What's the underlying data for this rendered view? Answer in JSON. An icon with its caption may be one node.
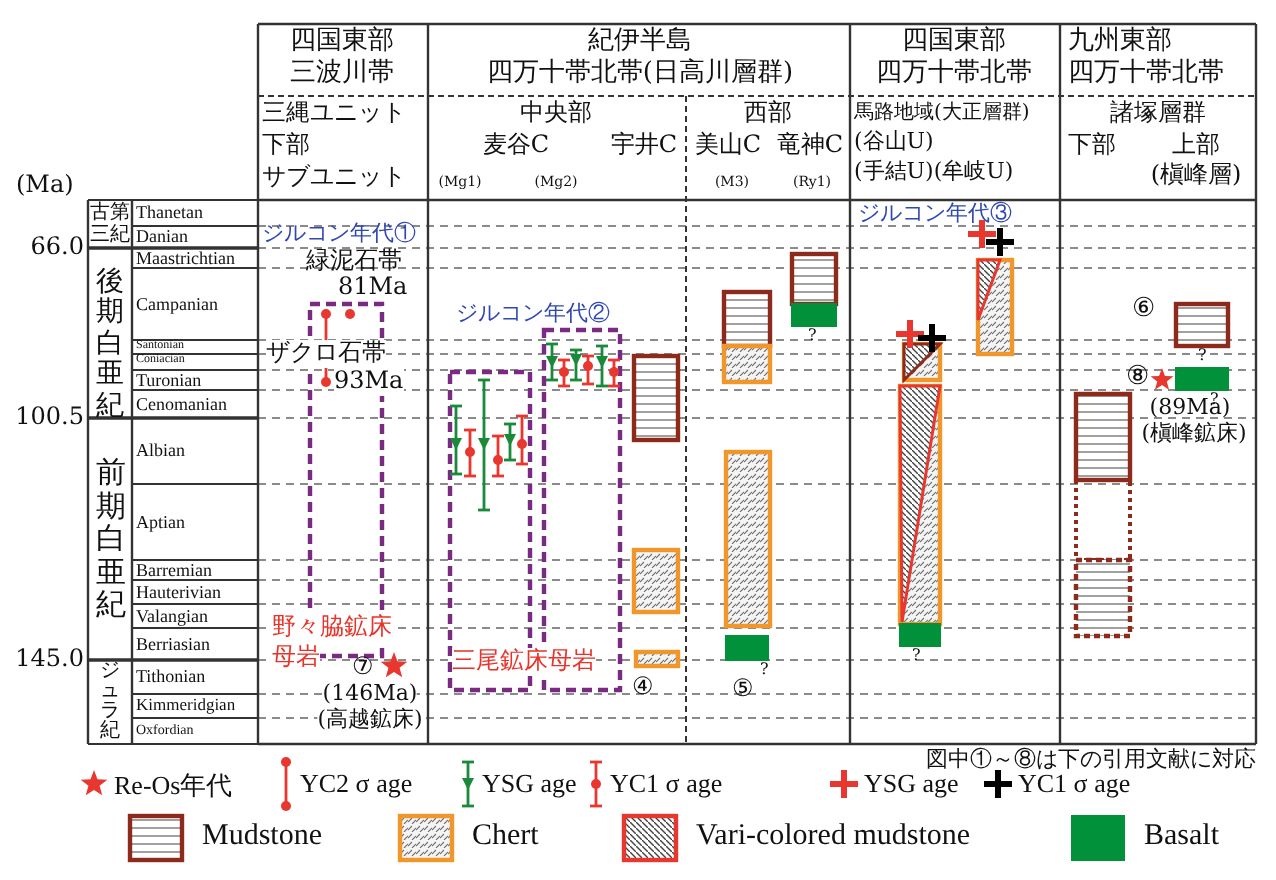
{
  "diagram": {
    "labels": [
      "四国東部",
      "三波川帯",
      "紀伊半島",
      "四万十帯北帯(日高川層群)",
      "四国東部",
      "四万十帯北帯",
      "九州東部",
      "四万十帯北帯",
      "三縄ユニット",
      "下部",
      "サブユニット",
      "中央部",
      "西部",
      "馬路地域(大正層群)",
      "(谷山U)",
      "(手結U)(牟岐U)",
      "諸塚層群",
      "麦谷C",
      "宇井C",
      "美山C",
      "竜神C",
      "下部",
      "上部",
      "(槇峰層)",
      "(Mg1)",
      "(Mg2)",
      "(M3)",
      "(Ry1)",
      "(Ma)",
      "古第三紀",
      "Thanetan",
      "Danian",
      "Maastrichtian",
      "Campanian",
      "Santonian",
      "Coniacian",
      "Turonian",
      "Cenomanian",
      "Albian",
      "Aptian",
      "Barremian",
      "Hauterivian",
      "Valangian",
      "Berriasian",
      "Tithonian",
      "Kimmeridgian",
      "Oxfordian",
      "後期白亜紀",
      "前期白亜紀",
      "ジュラ紀",
      "66.0",
      "100.5",
      "145.0",
      "ジルコン年代①",
      "緑泥石帯",
      "81Ma",
      "ザクロ石帯",
      "93Ma",
      "ジルコン年代②",
      "ジルコン年代③",
      "⑥",
      "⑧",
      "(89Ma)",
      "(槇峰鉱床)",
      "野々脇鉱床",
      "母岩",
      "⑦",
      "(146Ma)",
      "(高越鉱床)",
      "三尾鉱床母岩",
      "④",
      "⑤",
      "?",
      "?",
      "?",
      "?",
      "?",
      "図中①～⑧は下の引用文献に対応"
    ],
    "legend": [
      {
        "text": "Re-Os年代"
      },
      {
        "text": "YC2 σ age"
      },
      {
        "text": "YSG age"
      },
      {
        "text": "YC1 σ age"
      },
      {
        "text": "YSG age"
      },
      {
        "text": "YC1 σ age"
      },
      {
        "text": "Mudstone"
      },
      {
        "text": "Chert"
      },
      {
        "text": "Vari-colored mudstone"
      },
      {
        "text": "Basalt",
        "color": "#00913a"
      }
    ]
  }
}
